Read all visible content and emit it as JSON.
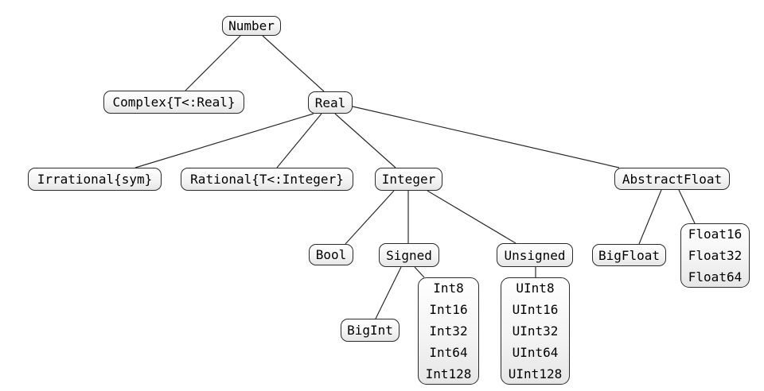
{
  "diagram": {
    "kind": "type-hierarchy-tree",
    "colors": {
      "background": "#ffffff",
      "node_border": "#2b2b2b",
      "node_fill_top": "#ffffff",
      "node_fill_bottom": "#e6e6e6",
      "edge": "#2b2b2b",
      "text": "#000000"
    }
  },
  "nodes": {
    "number": {
      "label": "Number"
    },
    "complex": {
      "label": "Complex{T<:Real}"
    },
    "real": {
      "label": "Real"
    },
    "irrational": {
      "label": "Irrational{sym}"
    },
    "rational": {
      "label": "Rational{T<:Integer}"
    },
    "integer": {
      "label": "Integer"
    },
    "abstractfloat": {
      "label": "AbstractFloat"
    },
    "bool": {
      "label": "Bool"
    },
    "signed": {
      "label": "Signed"
    },
    "unsigned": {
      "label": "Unsigned"
    },
    "bigfloat": {
      "label": "BigFloat"
    },
    "bigint": {
      "label": "BigInt"
    },
    "floats": {
      "labels": [
        "Float16",
        "Float32",
        "Float64"
      ]
    },
    "signed_ints": {
      "labels": [
        "Int8",
        "Int16",
        "Int32",
        "Int64",
        "Int128"
      ]
    },
    "unsigned_ints": {
      "labels": [
        "UInt8",
        "UInt16",
        "UInt32",
        "UInt64",
        "UInt128"
      ]
    }
  },
  "edges": [
    {
      "from": "Number",
      "to": "Complex{T<:Real}"
    },
    {
      "from": "Number",
      "to": "Real"
    },
    {
      "from": "Real",
      "to": "Irrational{sym}"
    },
    {
      "from": "Real",
      "to": "Rational{T<:Integer}"
    },
    {
      "from": "Real",
      "to": "Integer"
    },
    {
      "from": "Real",
      "to": "AbstractFloat"
    },
    {
      "from": "Integer",
      "to": "Bool"
    },
    {
      "from": "Integer",
      "to": "Signed"
    },
    {
      "from": "Integer",
      "to": "Unsigned"
    },
    {
      "from": "Signed",
      "to": "BigInt"
    },
    {
      "from": "Signed",
      "to": "Int8..Int128"
    },
    {
      "from": "Unsigned",
      "to": "UInt8..UInt128"
    },
    {
      "from": "AbstractFloat",
      "to": "BigFloat"
    },
    {
      "from": "AbstractFloat",
      "to": "Float16..Float64"
    }
  ]
}
